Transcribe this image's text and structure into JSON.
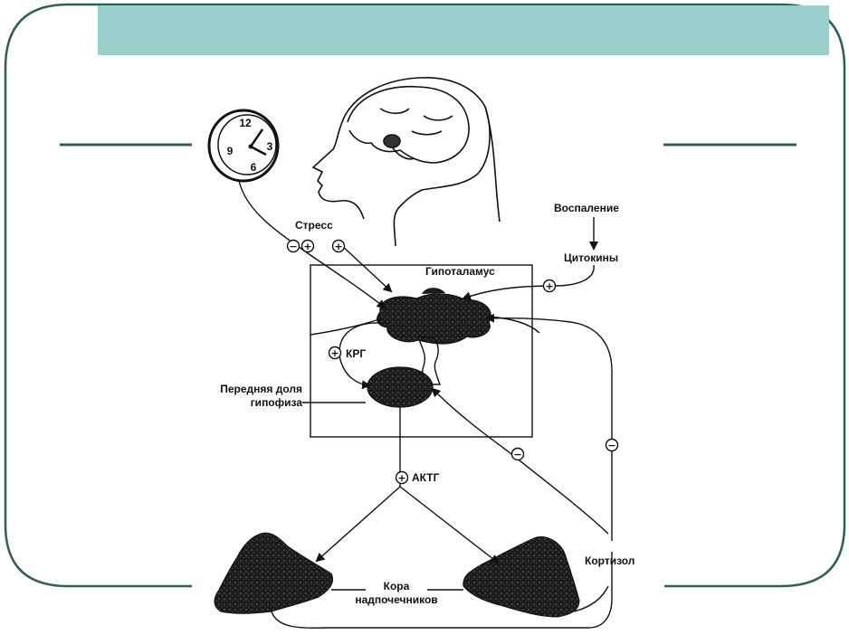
{
  "colors": {
    "frame": "#2f5f5c",
    "header_band": "#9acfcb",
    "ink": "#111111",
    "organ": "#1c1c1c"
  },
  "clock": {
    "num_12": "12",
    "num_3": "3",
    "num_6": "6",
    "num_9": "9"
  },
  "labels": {
    "stress": "Стресс",
    "inflammation": "Воспаление",
    "cytokines": "Цитокины",
    "hypothalamus": "Гипоталамус",
    "crh": "КРГ",
    "anterior_pituitary_line1": "Передняя доля",
    "anterior_pituitary_line2": "гипофиза",
    "acth": "АКТГ",
    "cortisol": "Кортизол",
    "adrenal_cortex_line1": "Кора",
    "adrenal_cortex_line2": "надпочечников"
  },
  "signs": {
    "plus": "+",
    "minus": "−"
  },
  "icons": {
    "clock": "clock-icon",
    "head": "head-profile-icon"
  }
}
